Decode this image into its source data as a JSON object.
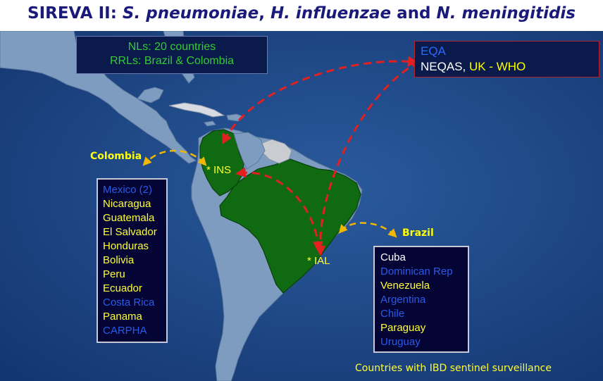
{
  "title": {
    "prefix": "SIREVA II: ",
    "species": [
      "S. pneumoniae",
      "H. influenzae",
      "N. meningitidis"
    ],
    "sep1": ", ",
    "sep2": " and  "
  },
  "network_box": {
    "line1": "NLs: 20 countries",
    "line2": "RRLs: Brazil & Colombia"
  },
  "eqa_box": {
    "heading": "EQA",
    "neqas": "NEQAS, ",
    "uk_who": "UK - WHO"
  },
  "labels": {
    "colombia": "Colombia",
    "brazil": "Brazil",
    "ins": "* INS",
    "ial": "* IAL"
  },
  "colombia_countries": [
    {
      "name": "Mexico (2)",
      "color": "#2a5ae8"
    },
    {
      "name": "Nicaragua",
      "color": "#ffff30"
    },
    {
      "name": "Guatemala",
      "color": "#ffff30"
    },
    {
      "name": "El Salvador",
      "color": "#ffff30"
    },
    {
      "name": "Honduras",
      "color": "#ffff30"
    },
    {
      "name": "Bolivia",
      "color": "#ffff30"
    },
    {
      "name": "Peru",
      "color": "#ffff30"
    },
    {
      "name": "Ecuador",
      "color": "#ffff30"
    },
    {
      "name": "Costa Rica",
      "color": "#2a5ae8"
    },
    {
      "name": "Panama",
      "color": "#ffff30"
    },
    {
      "name": "CARPHA",
      "color": "#2a5ae8"
    }
  ],
  "brazil_countries": [
    {
      "name": "Cuba",
      "color": "#ffffff"
    },
    {
      "name": "Dominican Rep",
      "color": "#2a5ae8"
    },
    {
      "name": "Venezuela",
      "color": "#ffff30"
    },
    {
      "name": "Argentina",
      "color": "#2a5ae8"
    },
    {
      "name": "Chile",
      "color": "#2a5ae8"
    },
    {
      "name": "Paraguay",
      "color": "#ffff30"
    },
    {
      "name": "Uruguay",
      "color": "#2a5ae8"
    }
  ],
  "footer": "Countries with IBD sentinel surveillance",
  "colors": {
    "ocean": "#1c4585",
    "land": "#7e9cc0",
    "rrl_green": "#0f6a12",
    "guianas": "#c9cdd2",
    "arrow_red": "#e22020",
    "arrow_yellow": "#f0b800"
  }
}
